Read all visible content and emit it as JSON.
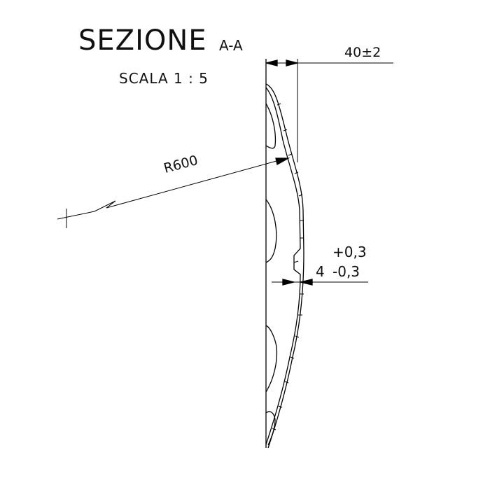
{
  "title": {
    "main": "SEZIONE",
    "section": "A-A",
    "scale": "SCALA 1 : 5"
  },
  "dimensions": {
    "depth": {
      "value": "40",
      "tolerance": "±2"
    },
    "radius": "R600",
    "thickness": {
      "value": "4",
      "upper": "+0,3",
      "lower": "-0,3"
    }
  }
}
